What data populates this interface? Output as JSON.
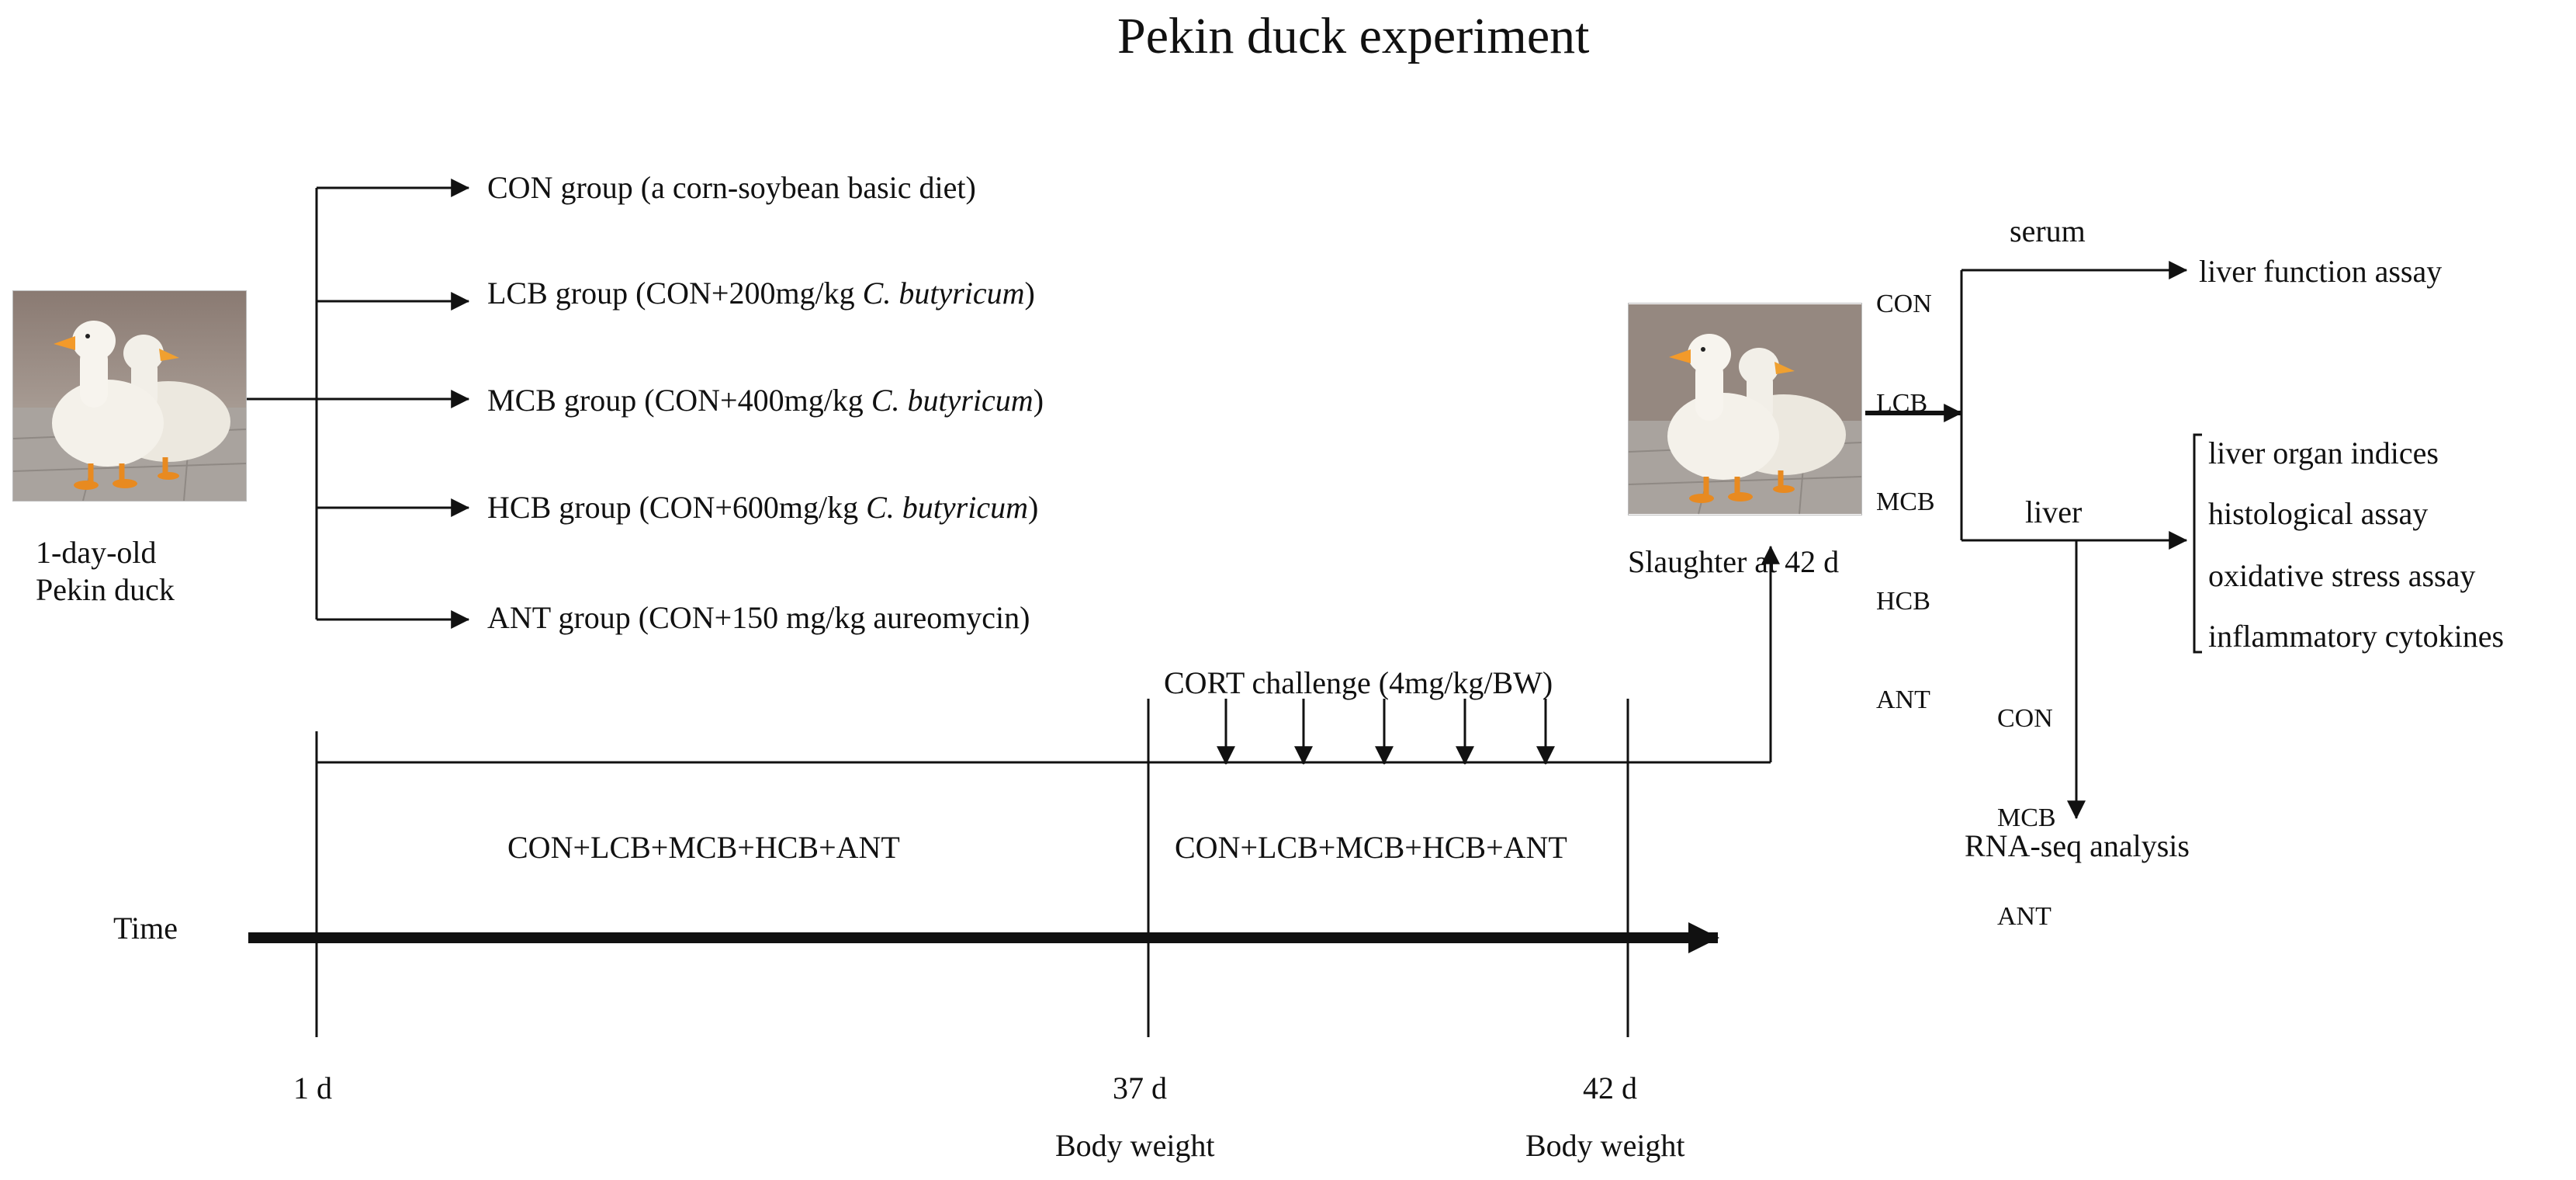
{
  "title": "Pekin duck experiment",
  "start": {
    "label_line1": "1-day-old",
    "label_line2": "Pekin duck",
    "photo": "two white Pekin ducks"
  },
  "groups": [
    {
      "prefix": "CON group (a corn-soybean basic diet)",
      "species": "",
      "suffix": ""
    },
    {
      "prefix": "LCB group (CON+200mg/kg ",
      "species": "C. butyricum",
      "suffix": ")"
    },
    {
      "prefix": "MCB group (CON+400mg/kg ",
      "species": "C. butyricum",
      "suffix": ")"
    },
    {
      "prefix": "HCB group (CON+600mg/kg ",
      "species": "C. butyricum",
      "suffix": ")"
    },
    {
      "prefix": "ANT group (CON+150 mg/kg aureomycin)",
      "species": "",
      "suffix": ""
    }
  ],
  "timeline": {
    "cort_label": "CORT challenge (4mg/kg/BW)",
    "phase1_label": "CON+LCB+MCB+HCB+ANT",
    "phase2_label": "CON+LCB+MCB+HCB+ANT",
    "time_label": "Time",
    "days": [
      "1 d",
      "37 d",
      "42 d"
    ],
    "body_weight": "Body weight"
  },
  "slaughter": {
    "label": "Slaughter at 42 d",
    "groups_all": [
      "CON",
      "LCB",
      "MCB",
      "HCB",
      "ANT"
    ],
    "photo": "two white Pekin ducks"
  },
  "analysis": {
    "serum_label": "serum",
    "serum_assay": "liver function assay",
    "liver_label": "liver",
    "liver_assays": [
      "liver organ indices",
      "histological assay",
      "oxidative stress assay",
      "inflammatory cytokines"
    ],
    "rna_groups": [
      "CON",
      "MCB",
      "ANT"
    ],
    "rna_label": "RNA-seq analysis"
  },
  "colors": {
    "line": "#111111",
    "background": "#ffffff"
  }
}
